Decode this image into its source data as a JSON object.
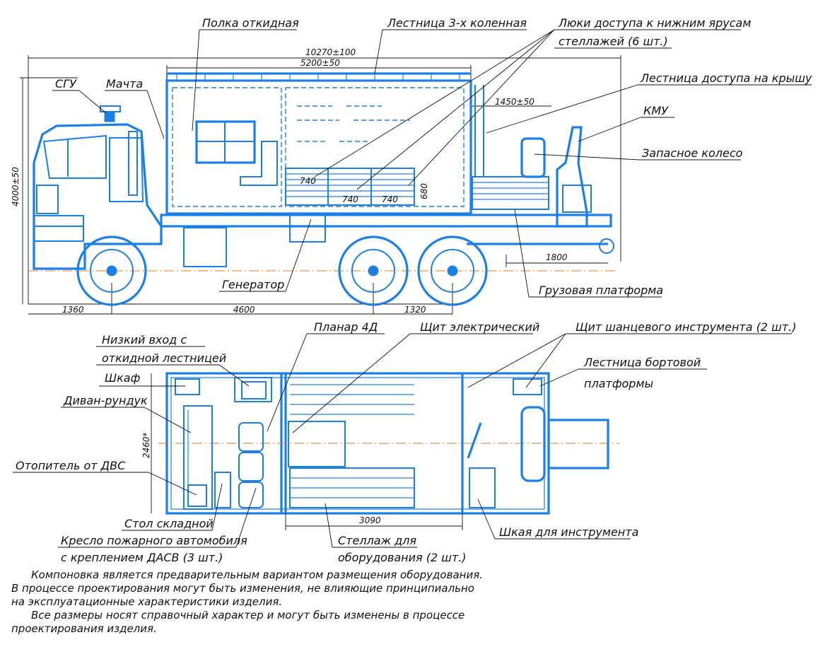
{
  "dimensions": {
    "overall_length": "10270±100",
    "body_length": "5200±50",
    "height": "4000±50",
    "rear_section": "1450±50",
    "rack_1": "740",
    "rack_2": "740",
    "rack_3": "740",
    "rack_height": "680",
    "cargo_platform": "1800",
    "front_overhang": "1360",
    "wheelbase": "4600",
    "rear_axle_spacing": "1320",
    "width": "2460*",
    "rack_room": "3090"
  },
  "side_view_labels": {
    "folding_shelf": "Полка откидная",
    "ladder": "Лестница 3-х коленная",
    "hatches": "Люки доступа к нижним ярусам",
    "hatches_2": "стеллажей (6 шт.)",
    "roof_ladder": "Лестница доступа на крышу",
    "sgu": "СГУ",
    "mast": "Мачта",
    "kmu": "КМУ",
    "spare_wheel": "Запасное колесо",
    "generator": "Генератор",
    "cargo_platform": "Грузовая платформа"
  },
  "plan_view_labels": {
    "low_entrance": "Низкий вход с",
    "low_entrance_2": "откидной лестницей",
    "cabinet": "Шкаф",
    "sofa": "Диван-рундук",
    "planar": "Планар 4Д",
    "electric_panel": "Щит электрический",
    "tool_panel": "Щит шанцевого инструмента (2 шт.)",
    "side_ladder": "Лестница бортовой",
    "side_ladder_2": "платформы",
    "heater": "Отопитель от  ДВС",
    "folding_table": "Стол складной",
    "chair": "Кресло пожарного автомобиля",
    "chair_2": "с креплением ДАСВ (3 шт.)",
    "rack": "Стеллаж для",
    "rack_2": "оборудования (2 шт.)",
    "tool_cabinet": "Шкая для инструмента"
  },
  "notes": {
    "line1": "Компоновка является предварительным вариантом размещения оборудования.",
    "line2": "В процессе проектирования могут быть изменения, не влияющие принципиально",
    "line3": "на эксплуатационные характеристики изделия.",
    "line4": "Все размеры носят справочный характер и могут быть изменены в процессе",
    "line5": "проектирования изделия."
  },
  "colors": {
    "drawing": "#1a7fe6",
    "axis": "#e07a1a",
    "text": "#111111"
  }
}
